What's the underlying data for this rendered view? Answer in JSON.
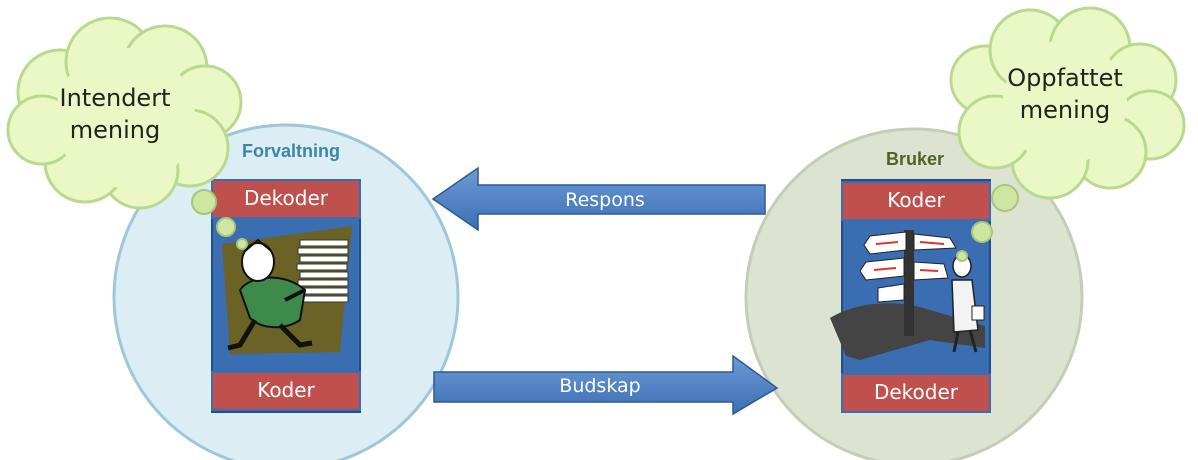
{
  "left": {
    "cloud_line1": "Intendert",
    "cloud_line2": "mening",
    "title": "Forvaltning",
    "top_band": "Dekoder",
    "bottom_band": "Koder",
    "illustration_icon": "office-worker-carrying-papers-icon"
  },
  "right": {
    "cloud_line1": "Oppfattet",
    "cloud_line2": "mening",
    "title": "Bruker",
    "top_band": "Koder",
    "bottom_band": "Dekoder",
    "illustration_icon": "man-at-signpost-icon"
  },
  "arrows": {
    "response": "Respons",
    "message": "Budskap"
  },
  "colors": {
    "left_circle": "#dcedf4",
    "right_circle": "#dde3d1",
    "arrow": "#4f81bd",
    "band": "#c0504d",
    "panel": "#3b6db3",
    "cloud": "#e9f8c4",
    "left_title": "#3b86a8",
    "right_title": "#4f6228"
  }
}
